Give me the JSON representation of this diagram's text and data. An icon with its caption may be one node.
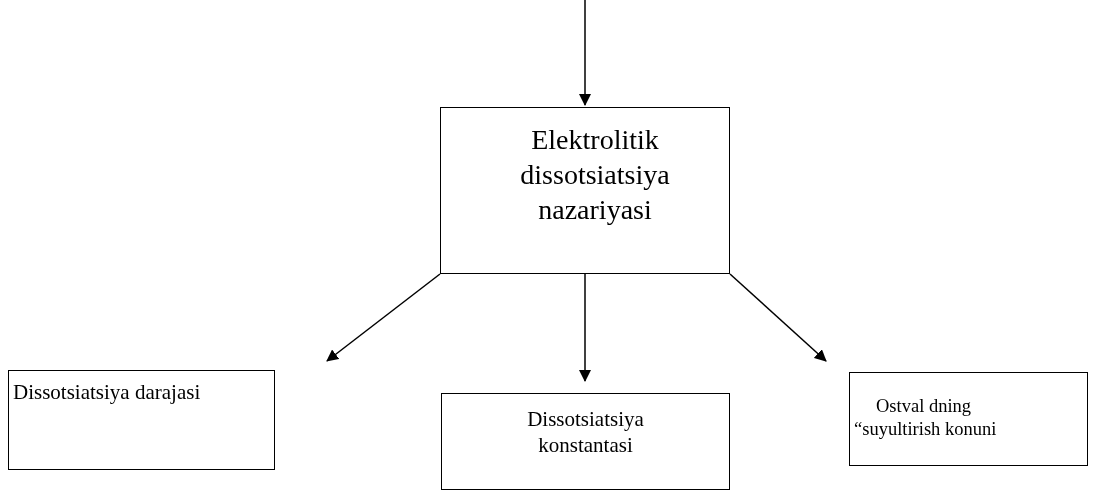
{
  "diagram": {
    "nodes": [
      {
        "text": [
          "Elektrolitik dissotsiatsiya nazariyasi"
        ]
      },
      {
        "text": [
          "Dissotsiatsiya darajasi"
        ]
      },
      {
        "text": [
          "Dissotsiatsiya konstantasi"
        ]
      },
      {
        "text": [
          "Ostval dning “suyultirish konuni"
        ]
      }
    ],
    "edges": [
      {
        "from": null,
        "to": 0,
        "arrow": "to"
      },
      {
        "from": 0,
        "to": 1,
        "arrow": "to"
      },
      {
        "from": 0,
        "to": 2,
        "arrow": "to"
      },
      {
        "from": 0,
        "to": 3,
        "arrow": "to"
      }
    ]
  }
}
